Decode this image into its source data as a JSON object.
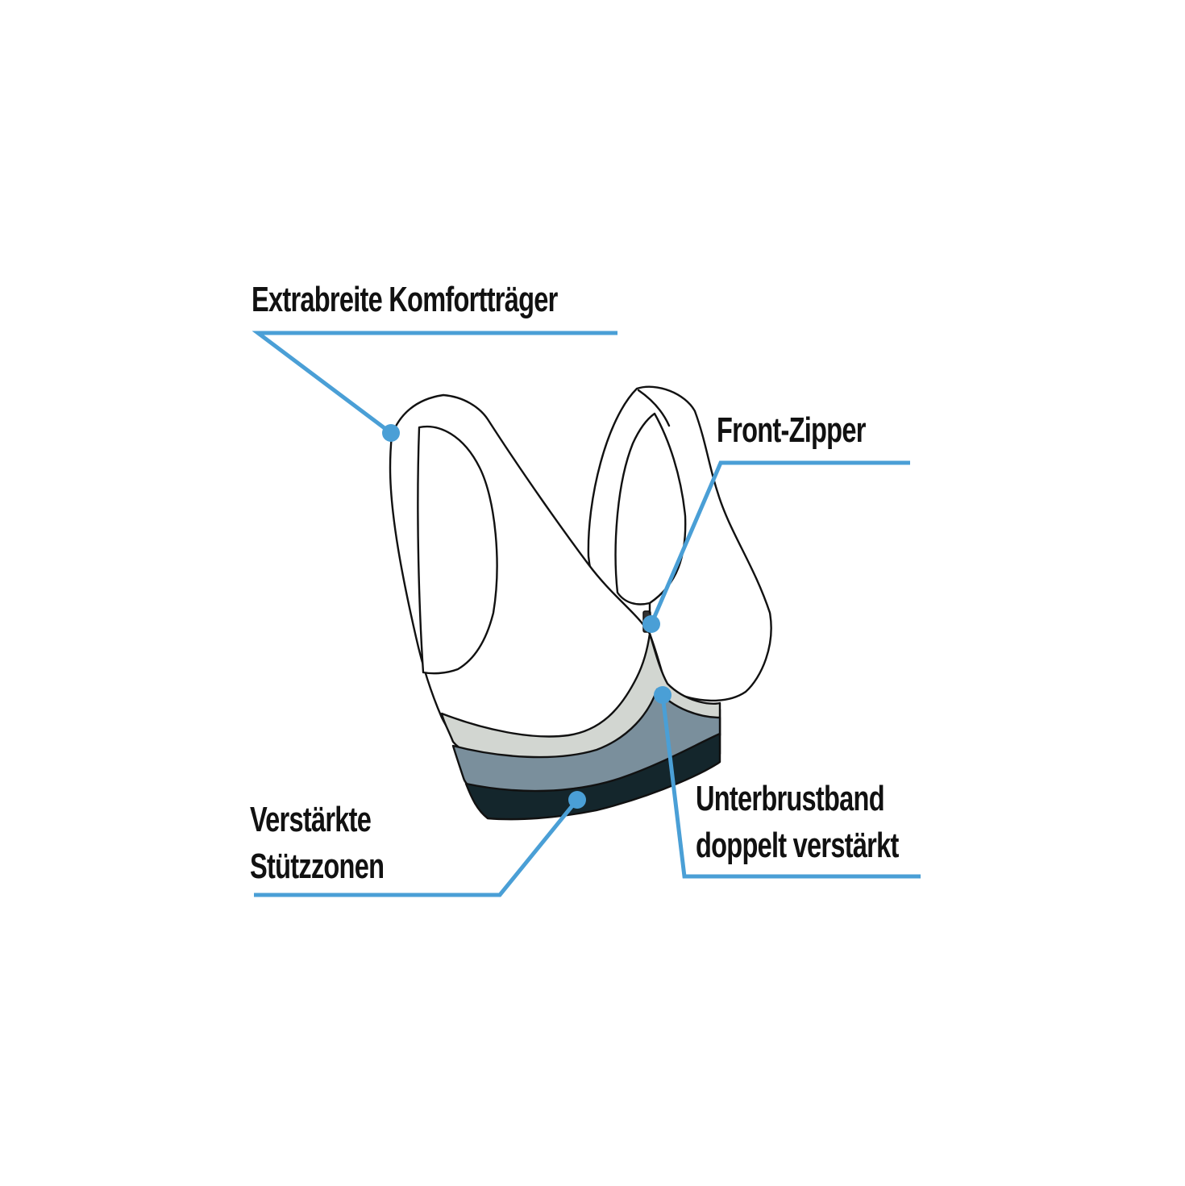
{
  "colors": {
    "callout": "#4a9fd6",
    "outline": "#111111",
    "fabric": "#ffffff",
    "band_light": "#d2d6d1",
    "band_mid": "#7a8f9c",
    "band_dark": "#14262c",
    "text": "#111111"
  },
  "labels": {
    "straps": "Extrabreite Komfortträger",
    "zipper": "Front-Zipper",
    "band_line1": "Unterbrustband",
    "band_line2": "doppelt verstärkt",
    "zones_line1": "Verstärkte",
    "zones_line2": "Stützzonen"
  }
}
